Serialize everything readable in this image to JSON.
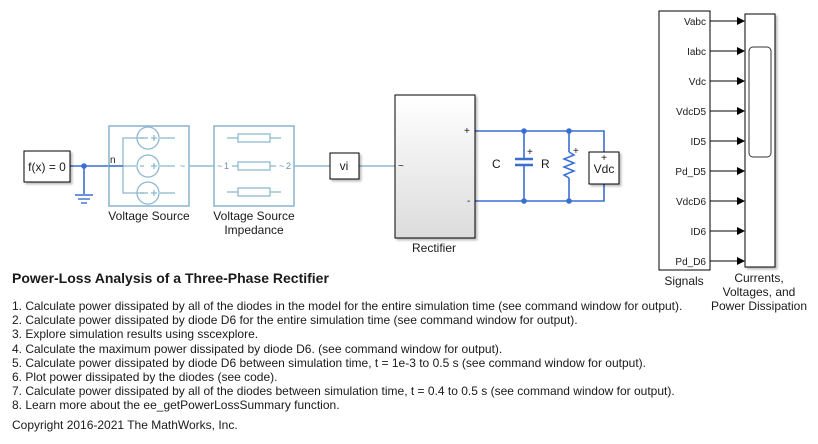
{
  "blocks": {
    "solver": {
      "label": "f(x) = 0"
    },
    "voltage_source": {
      "label": "Voltage Source",
      "port_n": "n",
      "port_out": "~"
    },
    "impedance": {
      "label_line1": "Voltage Source",
      "label_line2": "Impedance",
      "port_1": "1",
      "port_2": "2",
      "port_in_sym": "~",
      "port_out_sym": "~"
    },
    "vi": {
      "label": "vi"
    },
    "rectifier": {
      "label": "Rectifier",
      "port_in": "~",
      "port_plus": "+",
      "port_minus": "-"
    },
    "capacitor": {
      "label": "C",
      "plus": "+"
    },
    "resistor": {
      "label": "R",
      "plus": "+"
    },
    "vdc_sensor": {
      "label": "Vdc",
      "plus": "+"
    },
    "signals": {
      "label": "Signals",
      "ports": [
        "Vabc",
        "Iabc",
        "Vdc",
        "VdcD5",
        "ID5",
        "Pd_D5",
        "VdcD6",
        "ID6",
        "Pd_D6"
      ]
    },
    "scope": {
      "label_lines": [
        "Currents,",
        "Voltages, and",
        "Power Dissipation"
      ]
    }
  },
  "colors": {
    "physical_wire": "#3a6fd1",
    "conserving_wire": "#8fb8d0",
    "block_border": "#000000"
  },
  "description": {
    "title": "Power-Loss Analysis of a Three-Phase Rectifier",
    "steps": [
      "1. Calculate power dissipated by all of the diodes in the model for the entire simulation time (see command window for output).",
      "2. Calculate power dissipated by diode D6 for the entire simulation time (see command window for output).",
      "3. Explore simulation results using sscexplore.",
      "4. Calculate the maximum power dissipated by diode D6. (see command window for output).",
      "5. Calculate power dissipated by diode D6 between simulation time, t = 1e-3 to 0.5 s (see command window for output).",
      "6. Plot power dissipated by the diodes (see code).",
      "7. Calculate power dissipated by all of the diodes between simulation time, t  = 0.4 to 0.5 s (see command window for output).",
      "8. Learn more about the ee_getPowerLossSummary function."
    ],
    "copyright": "Copyright 2016-2021 The MathWorks, Inc."
  }
}
